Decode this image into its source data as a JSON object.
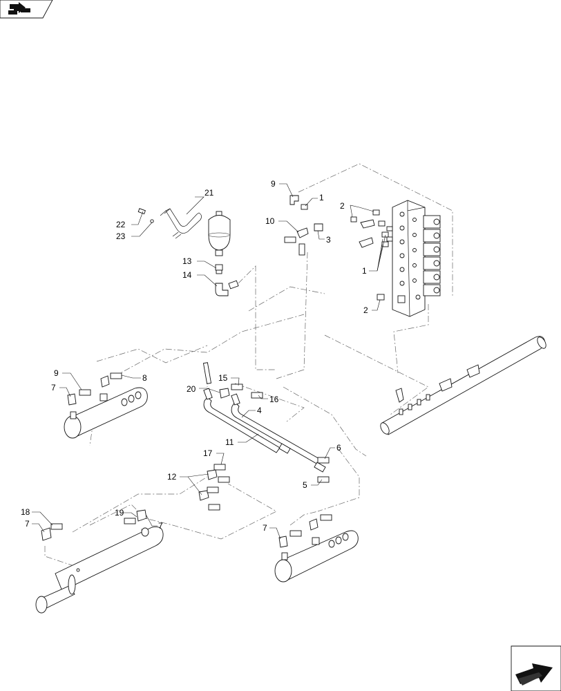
{
  "nav": {
    "prev_icon": "back-arrow-icon",
    "next_icon": "forward-arrow-icon"
  },
  "callouts": {
    "c21": "21",
    "c22": "22",
    "c23": "23",
    "c13": "13",
    "c14": "14",
    "c9a": "9",
    "c1a": "1",
    "c10": "10",
    "c3": "3",
    "c2a": "2",
    "c1b": "1",
    "c2b": "2",
    "c9b": "9",
    "c7a": "7",
    "c8": "8",
    "c20": "20",
    "c15": "15",
    "c16": "16",
    "c4": "4",
    "c11": "11",
    "c6": "6",
    "c17": "17",
    "c12": "12",
    "c5": "5",
    "c18": "18",
    "c7b": "7",
    "c19": "19",
    "c7c": "7",
    "c7d": "7"
  }
}
